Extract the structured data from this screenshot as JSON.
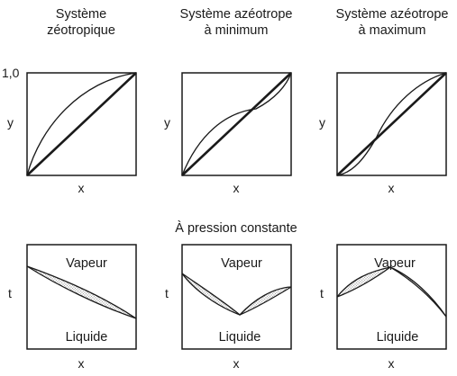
{
  "columns": [
    {
      "title_line1": "Système",
      "title_line2": "zéotropique"
    },
    {
      "title_line1": "Système azéotrope",
      "title_line2": "à minimum"
    },
    {
      "title_line1": "Système azéotrope",
      "title_line2": "à maximum"
    }
  ],
  "top_row": {
    "y_tick": "1,0",
    "y_label": "y",
    "x_label": "x"
  },
  "middle_caption": "À pression constante",
  "bottom_row": {
    "t_label": "t",
    "x_label": "x",
    "vapor_label": "Vapeur",
    "liquid_label": "Liquide"
  }
}
